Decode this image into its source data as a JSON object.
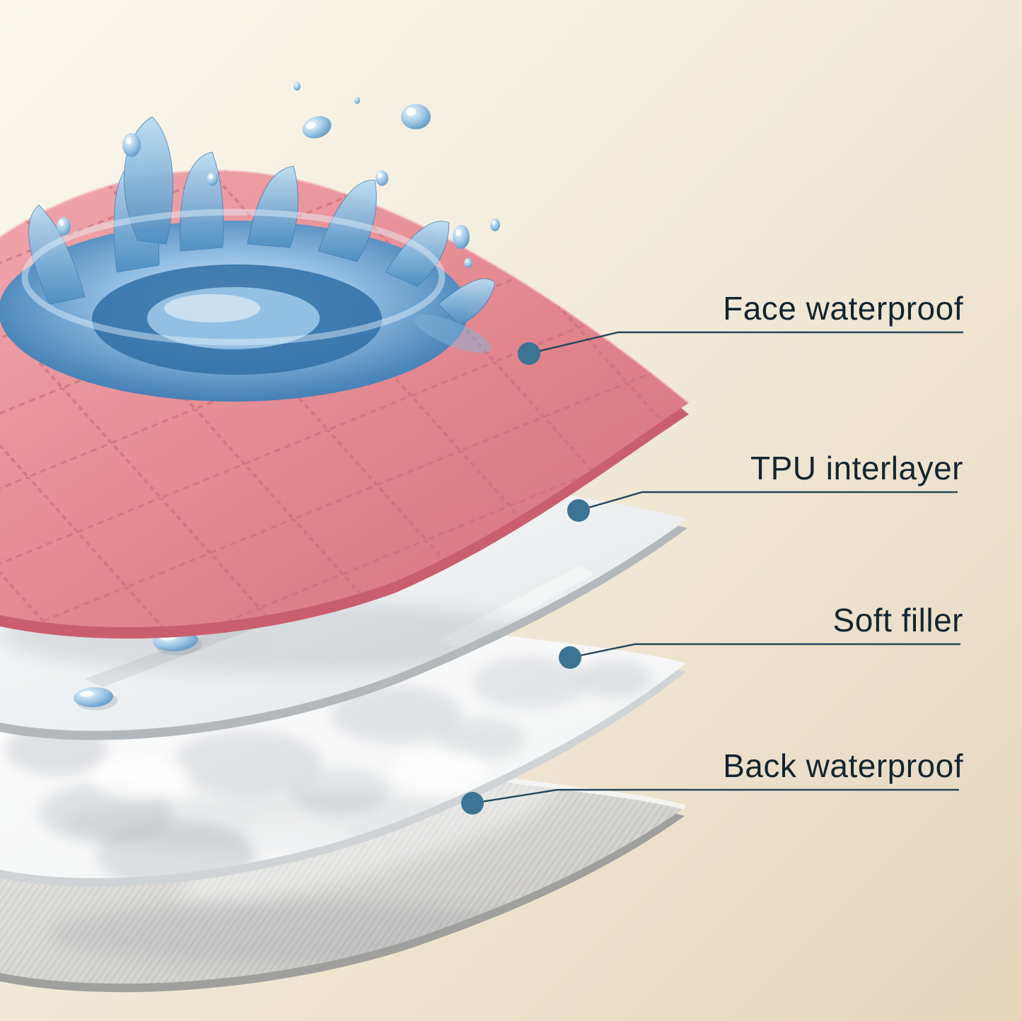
{
  "diagram": {
    "callouts": [
      {
        "label": "Face waterproof",
        "layer": "face-waterproof"
      },
      {
        "label": "TPU interlayer",
        "layer": "tpu-interlayer"
      },
      {
        "label": "Soft filler",
        "layer": "soft-filler"
      },
      {
        "label": "Back waterproof",
        "layer": "back-waterproof"
      }
    ],
    "colors": {
      "label_text": "#132530",
      "callout_line": "#24465c",
      "callout_dot": "#3c7493",
      "face_layer": "#e2868e",
      "face_layer_edge": "#c95f6e",
      "tpu_layer": "#eef0f1",
      "soft_filler_layer": "#ffffff",
      "back_layer": "#d3d2cf",
      "water": "#5e9fd3",
      "background_top": "#fbf7ee",
      "background_bottom": "#e5d6bd"
    }
  }
}
